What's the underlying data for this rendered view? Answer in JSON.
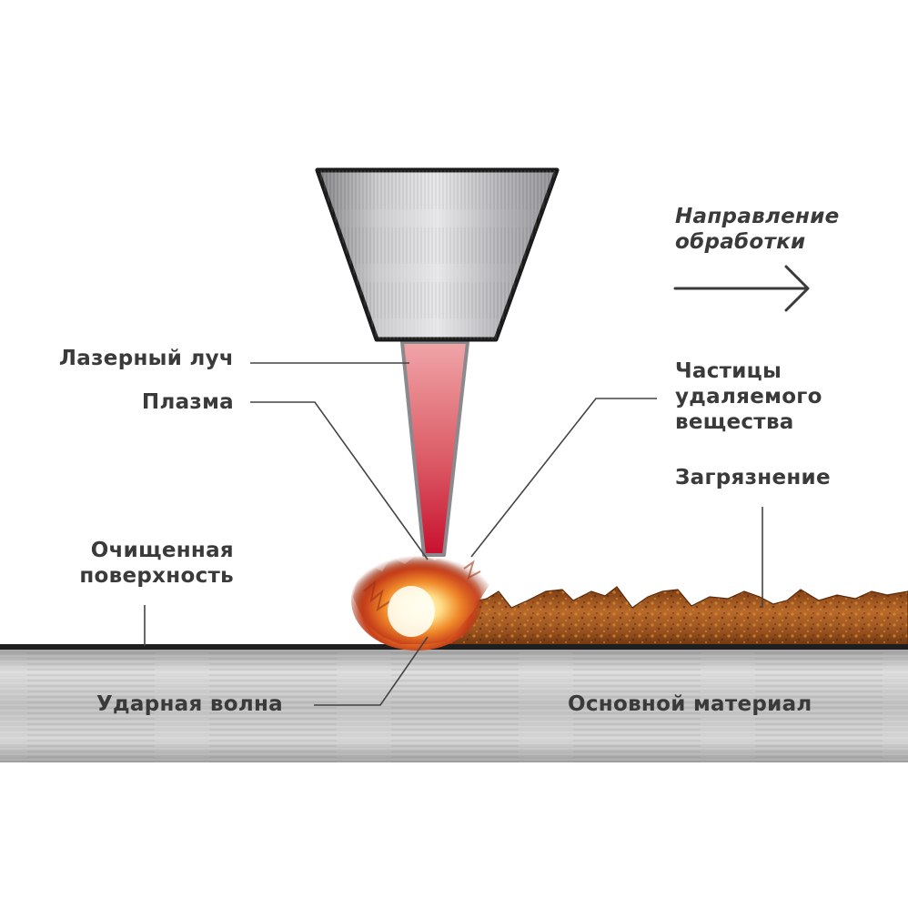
{
  "labels": {
    "laser_beam": "Лазерный луч",
    "plasma": "Плазма",
    "cleaned_surface_1": "Очищенная",
    "cleaned_surface_2": "поверхность",
    "shock_wave": "Ударная волна",
    "base_material": "Основной материал",
    "direction_1": "Направление",
    "direction_2": "обработки",
    "particles_1": "Частицы",
    "particles_2": "удаляемого",
    "particles_3": "вещества",
    "contamination": "Загрязнение"
  },
  "colors": {
    "label_text": "#3a3a3a",
    "leader_line": "#444444",
    "beam_top": "#f0a5a8",
    "beam_bottom": "#c8102e",
    "rust": "#a0521d",
    "metal_light": "#d8d8d8",
    "metal_dark": "#8a8a8a",
    "surface_line": "#222222"
  },
  "icons": [
    "laser-nozzle-icon",
    "arrow-right-icon",
    "plasma-burst-icon"
  ]
}
